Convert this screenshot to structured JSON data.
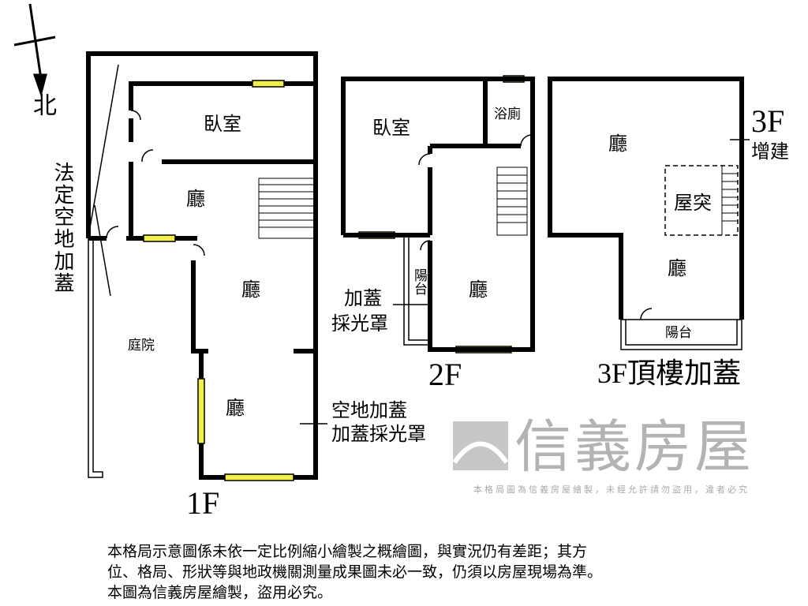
{
  "compass": {
    "north_label": "北"
  },
  "floor1": {
    "label": "1F",
    "rooms": {
      "bedroom": "臥室",
      "hall_upper": "廳",
      "hall_middle": "廳",
      "hall_lower": "廳",
      "courtyard": "庭院"
    },
    "legal_open_space": "法定空地加蓋",
    "annotation_line1": "空地加蓋",
    "annotation_line2": "加蓋採光罩"
  },
  "floor2": {
    "label": "2F",
    "rooms": {
      "bedroom": "臥室",
      "bathroom": "浴廁",
      "hall": "廳",
      "balcony": "陽台"
    },
    "annotation_line1": "加蓋",
    "annotation_line2": "採光罩"
  },
  "floor3": {
    "label": "3F",
    "extension": "增建",
    "title": "3F頂樓加蓋",
    "rooms": {
      "hall_upper": "廳",
      "roof_protrusion": "屋突",
      "hall_lower": "廳",
      "balcony": "陽台"
    }
  },
  "watermark": {
    "brand": "信義房屋",
    "notice": "本格局圖為信義房屋繪製，未經允許請勿盜用，違者必究"
  },
  "disclaimer": {
    "line1": "本格局示意圖係未依一定比例縮小繪製之概繪圖，與實況仍有差距；其方",
    "line2": "位、格局、形狀等與地政機關測量成果圖未必一致，仍須以房屋現場為準。",
    "line3": "本圖為信義房屋繪製，盜用必究。"
  },
  "colors": {
    "wall": "#000000",
    "window": "#f2ef4a",
    "watermark": "#9a9a9a"
  }
}
